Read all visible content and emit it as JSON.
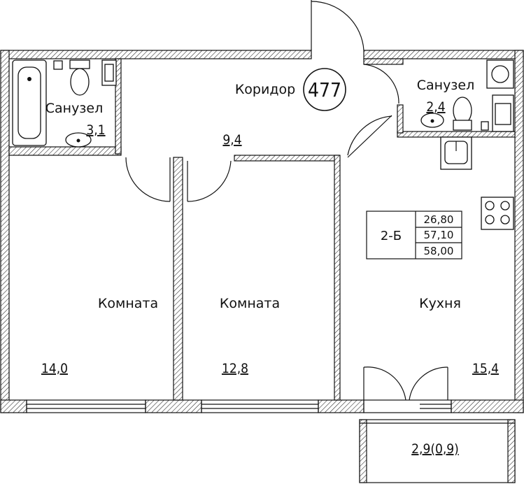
{
  "apartment": {
    "number": "477",
    "type": "2-Б",
    "areas": [
      "26,80",
      "57,10",
      "58,00"
    ]
  },
  "rooms": {
    "corridor": {
      "name": "Коридор",
      "area": "9,4"
    },
    "bath_left": {
      "name": "Санузел",
      "area": "3,1"
    },
    "bath_right": {
      "name": "Санузел",
      "area": "2,4"
    },
    "room_left": {
      "name": "Комната",
      "area": "14,0"
    },
    "room_middle": {
      "name": "Комната",
      "area": "12,8"
    },
    "kitchen": {
      "name": "Кухня",
      "area": "15,4"
    },
    "balcony": {
      "area": "2,9(0,9)"
    }
  }
}
